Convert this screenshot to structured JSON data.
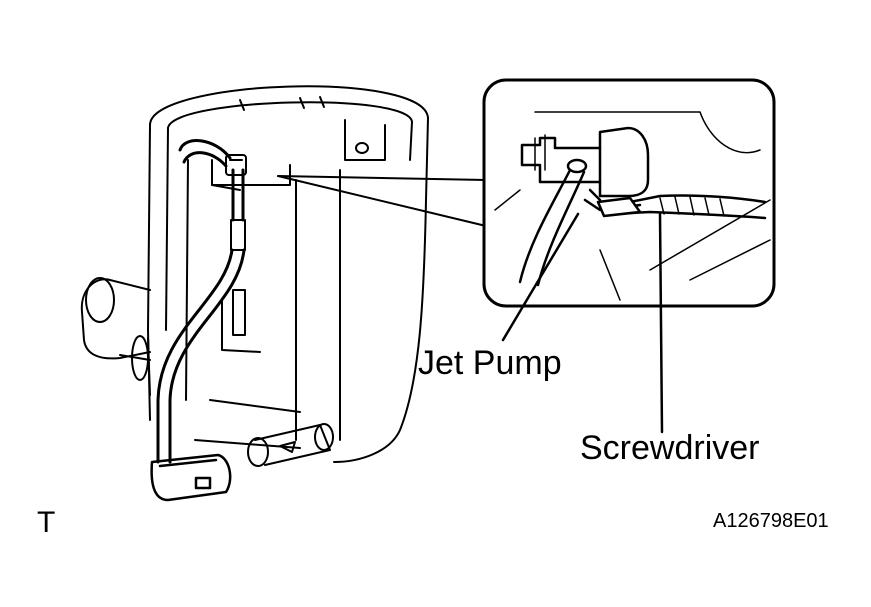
{
  "diagram": {
    "labels": {
      "jet_pump": "Jet Pump",
      "screwdriver": "Screwdriver",
      "view_code": "T",
      "figure_id": "A126798E01"
    },
    "line_color": "#000000",
    "background_color": "#ffffff",
    "parts": [
      "fuel-pump-housing",
      "fuel-hose",
      "hose-clamp",
      "outlet-pipe",
      "side-port",
      "detail-inset",
      "jet-pump",
      "screwdriver"
    ]
  }
}
